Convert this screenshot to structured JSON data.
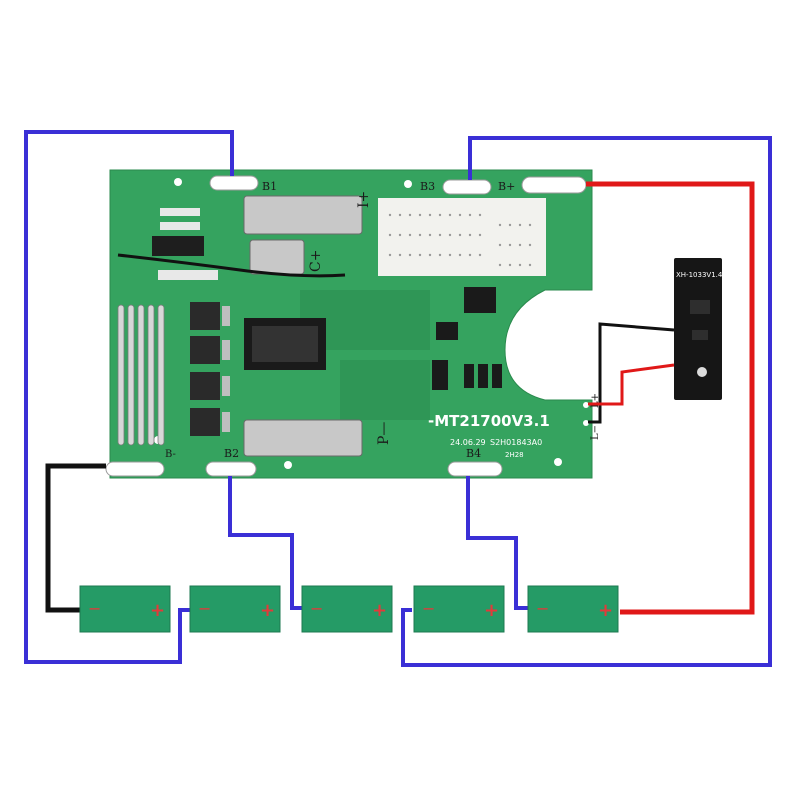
{
  "colors": {
    "board": "#35a35f",
    "board_dark": "#1f7a44",
    "cell": "#259b66",
    "wire_blue": "#3a2fd6",
    "wire_red": "#e01818",
    "wire_black": "#111111",
    "plus_mark": "#e23a3a"
  },
  "board": {
    "model": "-MT21700V3.1",
    "date_code": "24.06.29",
    "serial": "S2H01843A0",
    "lot": "2H28",
    "pads": {
      "b1": "B1",
      "b2": "B2",
      "b3": "B3",
      "b4": "B4",
      "b_plus": "B+",
      "b_minus": "B-"
    },
    "terminals": {
      "c_plus": "C+",
      "i_plus": "I+",
      "p_minus": "P—",
      "l_plus": "L+",
      "l_minus": "L−"
    }
  },
  "indicator_board": {
    "label": "XH-1033V1.4"
  },
  "cells": [
    {
      "minus": "−",
      "plus": "+"
    },
    {
      "minus": "−",
      "plus": "+"
    },
    {
      "minus": "−",
      "plus": "+"
    },
    {
      "minus": "−",
      "plus": "+"
    },
    {
      "minus": "−",
      "plus": "+"
    }
  ]
}
